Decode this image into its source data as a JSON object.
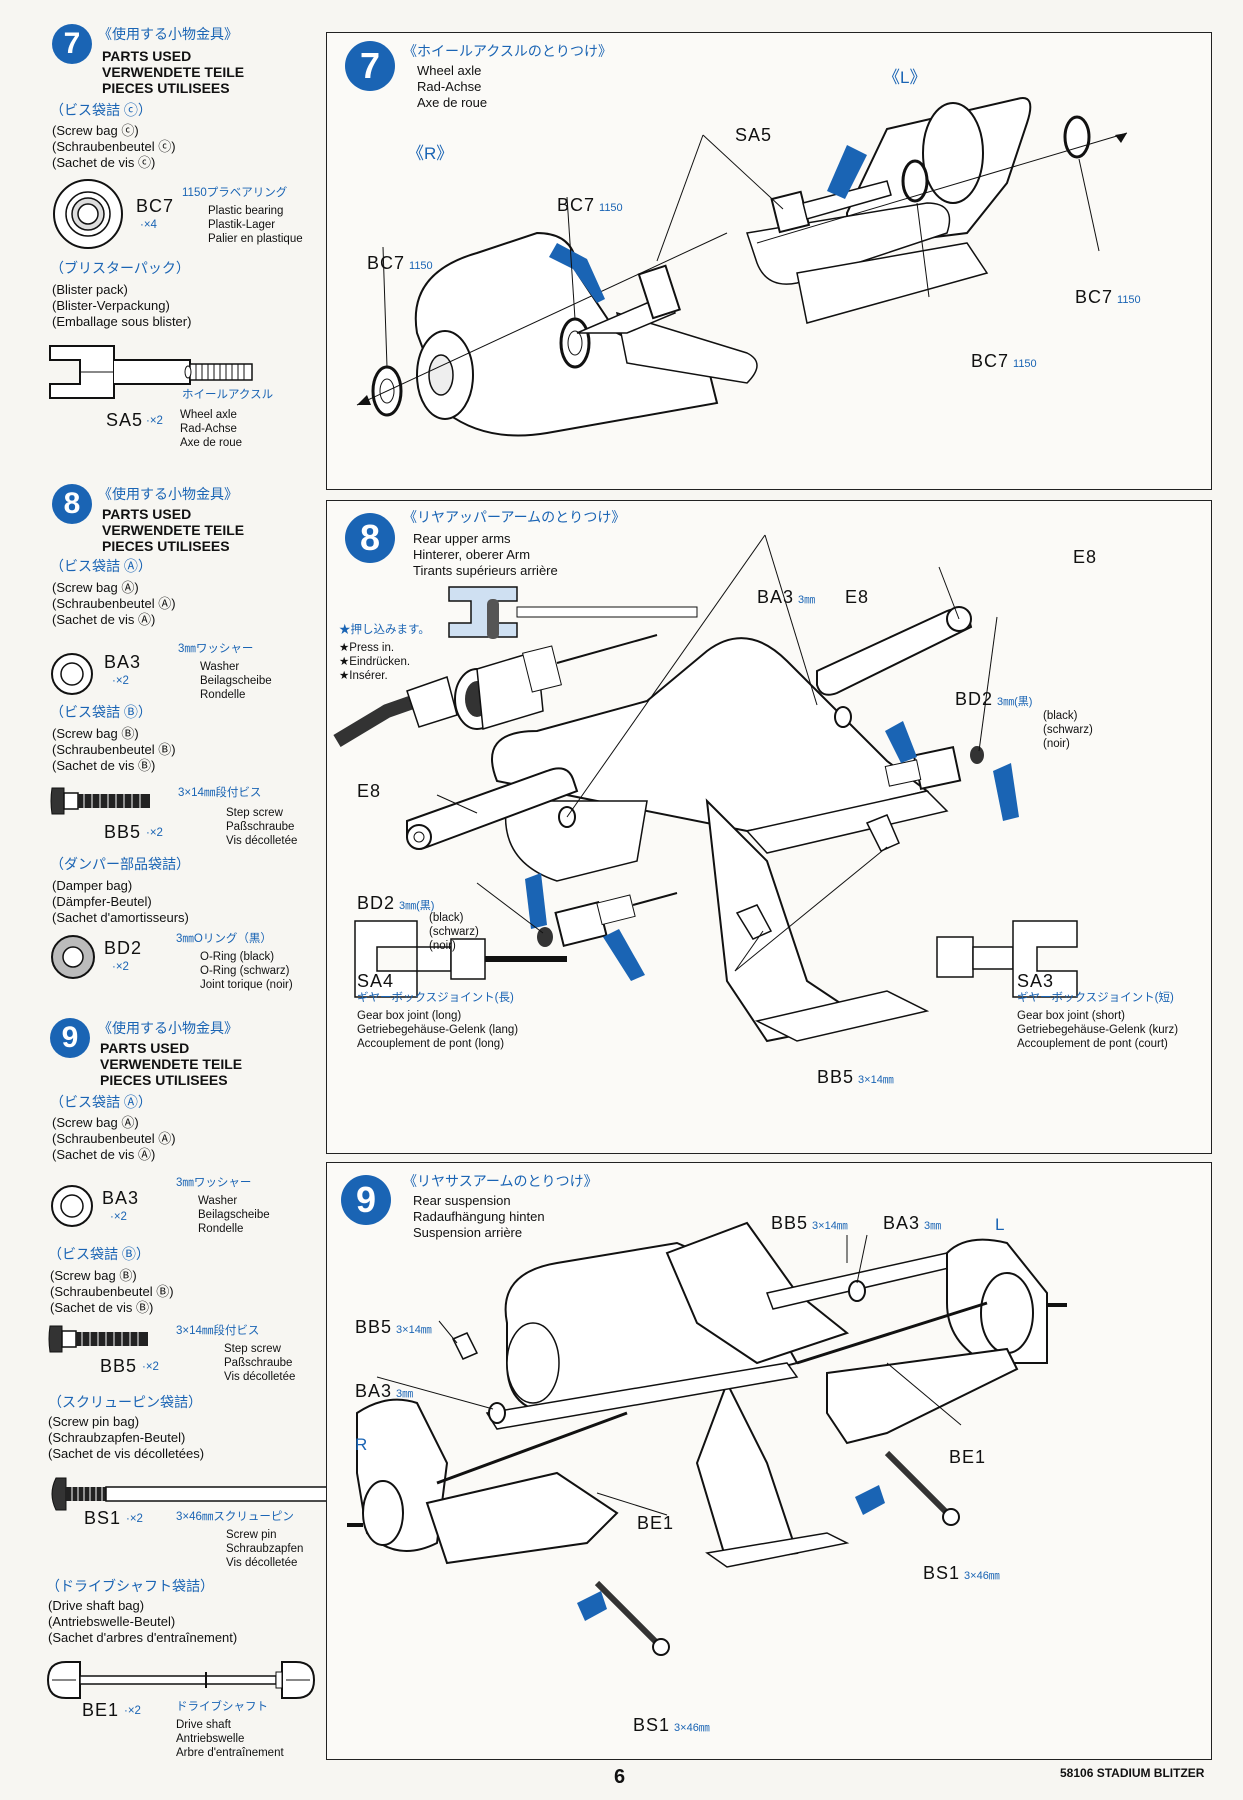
{
  "sidebar": {
    "s7": {
      "num": "7",
      "jp_title": "《使用する小物金具》",
      "used": [
        "PARTS USED",
        "VERWENDETE TEILE",
        "PIECES UTILISEES"
      ],
      "bag_jp": "（ビス袋詰 ⓒ）",
      "bag": [
        "(Screw bag ⓒ)",
        "(Schraubenbeutel ⓒ)",
        "(Sachet de vis ⓒ)"
      ],
      "bc7_code": "BC7",
      "bc7_qty": "·×4",
      "bc7_jp": "1150プラベアリング",
      "bc7_desc": [
        "Plastic bearing",
        "Plastik-Lager",
        "Palier en plastique"
      ],
      "blister_jp": "（ブリスターパック）",
      "blister": [
        "(Blister pack)",
        "(Blister-Verpackung)",
        "(Emballage sous blister)"
      ],
      "sa5_jp": "ホイールアクスル",
      "sa5_code": "SA5",
      "sa5_qty": "·×2",
      "sa5_desc": [
        "Wheel axle",
        "Rad-Achse",
        "Axe de roue"
      ]
    },
    "s8": {
      "num": "8",
      "jp_title": "《使用する小物金具》",
      "used": [
        "PARTS USED",
        "VERWENDETE TEILE",
        "PIECES UTILISEES"
      ],
      "bagA_jp": "（ビス袋詰 Ⓐ）",
      "bagA": [
        "(Screw bag Ⓐ)",
        "(Schraubenbeutel Ⓐ)",
        "(Sachet de vis Ⓐ)"
      ],
      "ba3_code": "BA3",
      "ba3_qty": "·×2",
      "ba3_jp": "3㎜ワッシャー",
      "ba3_desc": [
        "Washer",
        "Beilagscheibe",
        "Rondelle"
      ],
      "bagB_jp": "（ビス袋詰 Ⓑ）",
      "bagB": [
        "(Screw bag Ⓑ)",
        "(Schraubenbeutel Ⓑ)",
        "(Sachet de vis Ⓑ)"
      ],
      "bb5_jp": "3×14㎜段付ビス",
      "bb5_code": "BB5",
      "bb5_qty": "·×2",
      "bb5_desc": [
        "Step screw",
        "Paßschraube",
        "Vis décolletée"
      ],
      "damper_jp": "（ダンパー部品袋詰）",
      "damper": [
        "(Damper bag)",
        "(Dämpfer-Beutel)",
        "(Sachet d'amortisseurs)"
      ],
      "bd2_jp": "3㎜Oリング（黒）",
      "bd2_code": "BD2",
      "bd2_qty": "·×2",
      "bd2_desc": [
        "O-Ring (black)",
        "O-Ring (schwarz)",
        "Joint torique (noir)"
      ]
    },
    "s9": {
      "num": "9",
      "jp_title": "《使用する小物金具》",
      "used": [
        "PARTS USED",
        "VERWENDETE TEILE",
        "PIECES UTILISEES"
      ],
      "bagA_jp": "（ビス袋詰 Ⓐ）",
      "bagA": [
        "(Screw bag Ⓐ)",
        "(Schraubenbeutel Ⓐ)",
        "(Sachet de vis Ⓐ)"
      ],
      "ba3_jp": "3㎜ワッシャー",
      "ba3_code": "BA3",
      "ba3_qty": "·×2",
      "ba3_desc": [
        "Washer",
        "Beilagscheibe",
        "Rondelle"
      ],
      "bagB_jp": "（ビス袋詰 Ⓑ）",
      "bagB": [
        "(Screw bag Ⓑ)",
        "(Schraubenbeutel Ⓑ)",
        "(Sachet de vis Ⓑ)"
      ],
      "bb5_jp": "3×14㎜段付ビス",
      "bb5_code": "BB5",
      "bb5_qty": "·×2",
      "bb5_desc": [
        "Step screw",
        "Paßschraube",
        "Vis décolletée"
      ],
      "pin_jp": "（スクリューピン袋詰）",
      "pin": [
        "(Screw pin bag)",
        "(Schraubzapfen-Beutel)",
        "(Sachet de vis décolletées)"
      ],
      "bs1_code": "BS1",
      "bs1_qty": "·×2",
      "bs1_jp": "3×46㎜スクリューピン",
      "bs1_desc": [
        "Screw pin",
        "Schraubzapfen",
        "Vis décolletée"
      ],
      "drive_jp": "（ドライブシャフト袋詰）",
      "drive": [
        "(Drive shaft bag)",
        "(Antriebswelle-Beutel)",
        "(Sachet d'arbres d'entraînement)"
      ],
      "be1_code": "BE1",
      "be1_qty": "·×2",
      "be1_jp": "ドライブシャフト",
      "be1_desc": [
        "Drive shaft",
        "Antriebswelle",
        "Arbre d'entraînement"
      ]
    }
  },
  "step7": {
    "num": "7",
    "jp_title": "《ホイールアクスルのとりつけ》",
    "title": [
      "Wheel axle",
      "Rad-Achse",
      "Axe de roue"
    ],
    "left_side": "《R》",
    "right_side": "《L》",
    "labels": {
      "sa5": "SA5",
      "bc7": "BC7",
      "num1150": "1150"
    }
  },
  "step8": {
    "num": "8",
    "jp_title": "《リヤアッパーアームのとりつけ》",
    "title": [
      "Rear upper arms",
      "Hinterer, oberer Arm",
      "Tirants supérieurs arrière"
    ],
    "press_jp": "★押し込みます。",
    "press": [
      "★Press in.",
      "★Eindrücken.",
      "★Insérer."
    ],
    "e8": "E8",
    "ba3": "BA3",
    "mm3": "3㎜",
    "bd2": "BD2",
    "bd2_mm": "3㎜(黒)",
    "bd2_desc": [
      "(black)",
      "(schwarz)",
      "(noir)"
    ],
    "sa4": "SA4",
    "sa4_jp": "ギヤーボックスジョイント(長)",
    "sa4_desc": [
      "Gear box joint (long)",
      "Getriebegehäuse-Gelenk (lang)",
      "Accouplement de pont (long)"
    ],
    "sa3": "SA3",
    "sa3_jp": "ギヤーボックスジョイント(短)",
    "sa3_desc": [
      "Gear box joint (short)",
      "Getriebegehäuse-Gelenk (kurz)",
      "Accouplement de pont (court)"
    ],
    "bb5": "BB5",
    "bb5_mm": "3×14㎜"
  },
  "step9": {
    "num": "9",
    "jp_title": "《リヤサスアームのとりつけ》",
    "title": [
      "Rear suspension",
      "Radaufhängung hinten",
      "Suspension arrière"
    ],
    "bb5": "BB5",
    "bb5_mm": "3×14㎜",
    "ba3": "BA3",
    "mm3": "3㎜",
    "l": "L",
    "r": "R",
    "be1": "BE1",
    "bs1": "BS1",
    "bs1_mm": "3×46㎜"
  },
  "footer": {
    "page": "6",
    "product": "58106 STADIUM BLITZER"
  },
  "colors": {
    "accent": "#1a64b4"
  }
}
